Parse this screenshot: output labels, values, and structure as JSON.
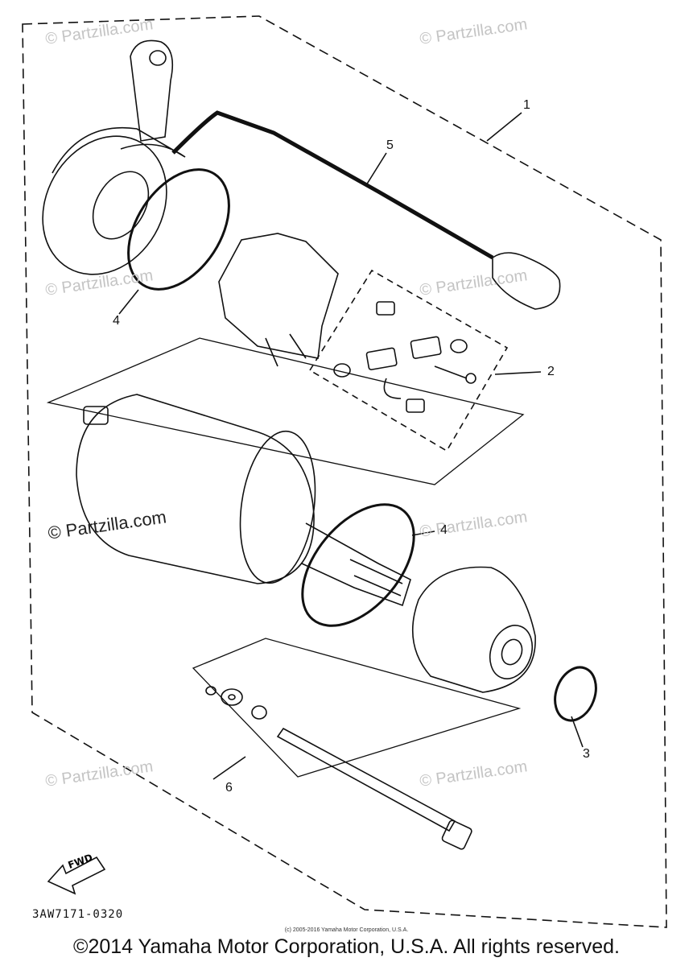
{
  "watermarks": {
    "w1": "© Partzilla.com",
    "w2": "© Partzilla.com",
    "w3": "© Partzilla.com",
    "w4": "© Partzilla.com",
    "w5": "© Partzilla.com",
    "w6": "© Partzilla.com",
    "w7": "© Partzilla.com",
    "w8": "© Partzilla.com"
  },
  "callouts": {
    "c1": "1",
    "c2": "2",
    "c3": "3",
    "c4a": "4",
    "c4b": "4",
    "c5": "5",
    "c6": "6"
  },
  "fwd_label": "FWD",
  "diagram_code": "3AW7171-0320",
  "small_copyright": "(c) 2005-2016 Yamaha Motor Corporation, U.S.A.",
  "footer_copyright": "©2014 Yamaha Motor Corporation, U.S.A. All rights reserved."
}
